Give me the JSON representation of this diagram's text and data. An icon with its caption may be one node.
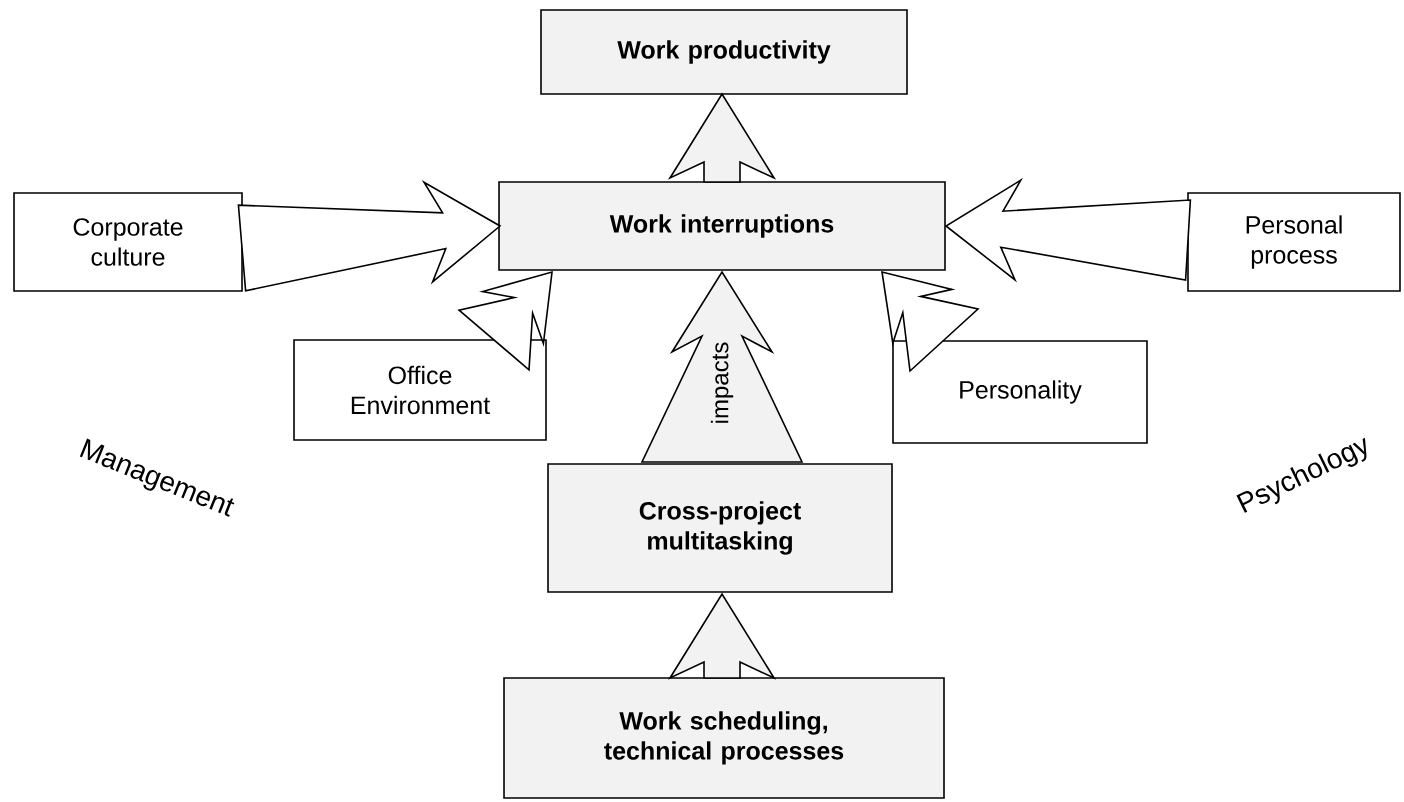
{
  "diagram": {
    "nodes": [
      {
        "text": [
          "Work productivity"
        ]
      },
      {
        "text": [
          "Work interruptions"
        ]
      },
      {
        "text": [
          "Corporate culture"
        ]
      },
      {
        "text": [
          "Personal process"
        ]
      },
      {
        "text": [
          "Office Environment"
        ]
      },
      {
        "text": [
          "Personality"
        ]
      },
      {
        "text": [
          "Cross-project multitasking"
        ]
      },
      {
        "text": [
          "Work scheduling, technical processes"
        ]
      }
    ],
    "edges": [
      {
        "from": 1,
        "to": 0,
        "arrow": "to"
      },
      {
        "from": 2,
        "to": 1,
        "arrow": "to"
      },
      {
        "from": 3,
        "to": 1,
        "arrow": "to"
      },
      {
        "from": 4,
        "to": 1,
        "arrow": "to"
      },
      {
        "from": 5,
        "to": 1,
        "arrow": "to"
      },
      {
        "from": 6,
        "to": 1,
        "arrow": "to",
        "label": "impacts"
      },
      {
        "from": 7,
        "to": 6,
        "arrow": "to"
      }
    ],
    "labels": [
      "Management",
      "Psychology"
    ]
  }
}
